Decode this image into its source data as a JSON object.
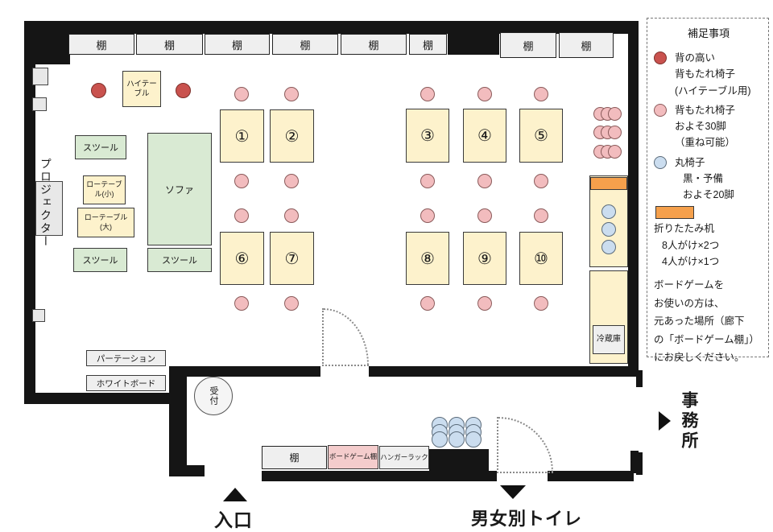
{
  "labels": {
    "shelf": "棚",
    "projector": "プロジェクター",
    "high_table": "ハイテーブル",
    "stool": "スツール",
    "low_table_small": "ローテーブル(小)",
    "low_table_large": "ローテーブル(大)",
    "sofa": "ソファ",
    "partition": "パーテーション",
    "whiteboard": "ホワイトボード",
    "reception": "受付",
    "fridge": "冷蔵庫",
    "board_game_shelf": "ボードゲーム棚",
    "hanger_rack": "ハンガーラック"
  },
  "tables": [
    "①",
    "②",
    "③",
    "④",
    "⑤",
    "⑥",
    "⑦",
    "⑧",
    "⑨",
    "⑩"
  ],
  "exits": {
    "entrance": "入口",
    "restroom": "男女別トイレ",
    "office": "事務所"
  },
  "legend": {
    "title": "補足事項",
    "items": [
      {
        "symbol": "red-chair",
        "lines": [
          "背の高い",
          "背もたれ椅子",
          "(ハイテーブル用)"
        ]
      },
      {
        "symbol": "pink-chair",
        "lines": [
          "背もたれ椅子",
          "およそ30脚",
          "（重ね可能）"
        ]
      },
      {
        "symbol": "blue-chair",
        "lines": [
          "丸椅子",
          "黒・予備",
          "およそ20脚"
        ]
      },
      {
        "symbol": "folding-table",
        "lines": [
          "折りたたみ机",
          "8人がけ×2つ",
          "4人がけ×1つ"
        ]
      }
    ],
    "note_lines": [
      "ボードゲームを",
      "お使いの方は、",
      "元あった場所（廊下",
      "の「ボードゲーム棚」）",
      "にお戻しください。"
    ]
  },
  "colors": {
    "wall": "#151515",
    "table_fill": "#fdf2cc",
    "green_fill": "#d9ead3",
    "gray_fill": "#efefef",
    "pink_chair": "#f2bcbe",
    "red_chair": "#c9524e",
    "blue_chair": "#cbddef",
    "orange_table": "#f5a04c",
    "board_game_pink": "#f4cccc"
  }
}
